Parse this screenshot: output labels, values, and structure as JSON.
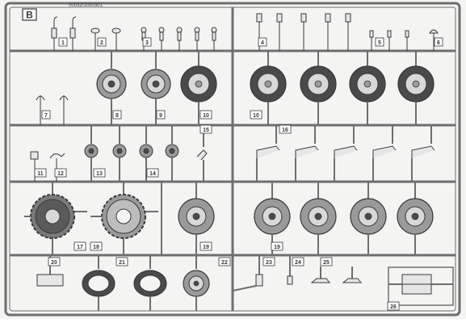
{
  "sheet": {
    "sprue_letter": "B",
    "code": "00032/1030301"
  },
  "part_numbers": [
    "1",
    "2",
    "3",
    "4",
    "5",
    "6",
    "7",
    "8",
    "9",
    "10",
    "10",
    "11",
    "12",
    "13",
    "14",
    "15",
    "16",
    "17",
    "18",
    "19",
    "19",
    "20",
    "21",
    "22",
    "23",
    "24",
    "25",
    "26"
  ],
  "colors": {
    "ink": "#3a3a3a",
    "runner": "#6e6e6e",
    "paper": "#f4f4f2",
    "label_bg": "#ffffff",
    "tire": "#9a9a9a",
    "tire_dark": "#4a4a4a",
    "hub": "#d8d8d8",
    "part_fill": "#e6e6e6"
  }
}
